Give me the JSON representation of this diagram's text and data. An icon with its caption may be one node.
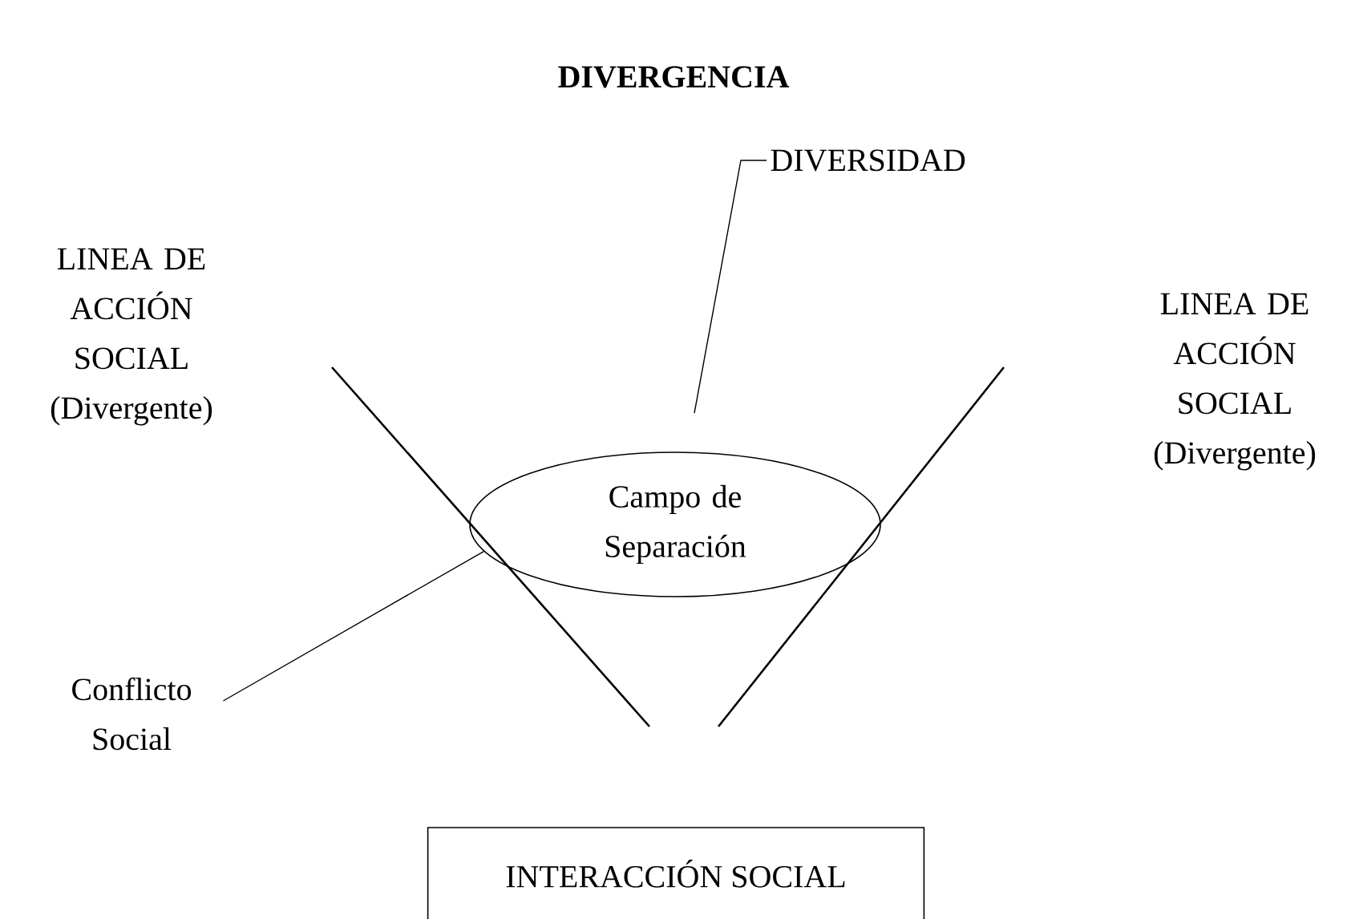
{
  "diagram": {
    "title": "DIVERGENCIA",
    "nodes": [
      {
        "text": [
          "Campo de Separación"
        ]
      },
      {
        "text": [
          "DIVERSIDAD"
        ]
      },
      {
        "text": [
          "Conflicto Social"
        ]
      },
      {
        "text": [
          "INTERACCIÓN SOCIAL"
        ]
      }
    ],
    "edges": [
      {
        "from": 1,
        "to": 0,
        "arrow": "none"
      },
      {
        "from": 2,
        "to": 0,
        "arrow": "none"
      }
    ],
    "labels": [
      "LINEA DE ACCIÓN SOCIAL (Divergente)",
      "LINEA DE ACCIÓN SOCIAL (Divergente)"
    ]
  }
}
